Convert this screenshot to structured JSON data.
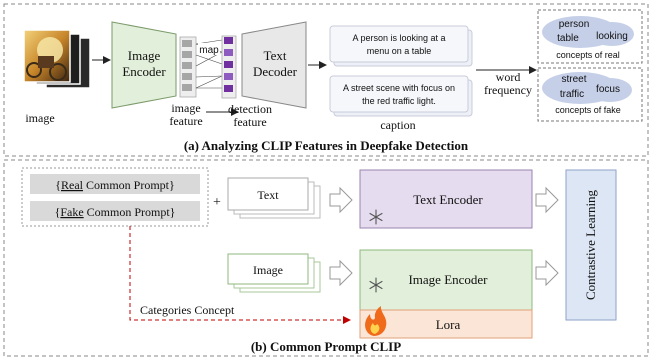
{
  "top": {
    "caption": "(a) Analyzing CLIP Features in Deepfake Detection",
    "input_label": "image",
    "image_encoder": [
      "Image",
      "Encoder"
    ],
    "map_label": "map",
    "image_feature": [
      "image",
      "feature"
    ],
    "detection_feature": [
      "detection",
      "feature"
    ],
    "text_decoder": [
      "Text",
      "Decoder"
    ],
    "captions": [
      [
        "A person is looking at a",
        "menu on a table"
      ],
      [
        "A street scene with focus on",
        "the red traffic light."
      ]
    ],
    "caption_label": "caption",
    "word_frequency": [
      "word",
      "frequency"
    ],
    "real_words": [
      "person",
      "looking",
      "table"
    ],
    "real_label": "concepts of real",
    "fake_words": [
      "street",
      "focus",
      "traffic"
    ],
    "fake_label": "concepts of fake"
  },
  "bottom": {
    "caption": "(b) Common Prompt CLIP",
    "real_prompt": {
      "open": "{",
      "key": "Real",
      "rest": " Common Prompt}"
    },
    "fake_prompt": {
      "open": "{",
      "key": "Fake",
      "rest": " Common Prompt}"
    },
    "plus": "+",
    "text_input": "Text",
    "image_input": "Image",
    "text_encoder": "Text Encoder",
    "image_encoder": "Image Encoder",
    "lora": "Lora",
    "contrastive": "Contrastive Learning",
    "categories_concept": "Categories Concept",
    "frozen_icon": "snowflake-icon",
    "trainable_icon": "flame-icon"
  },
  "colors": {
    "encoder_green": "#e2efda",
    "decoder_gray": "#e8e8e8",
    "caption_box": "#eef0f8",
    "cloud": "#c5cfe8",
    "text_encoder": "#e6dcef",
    "lora": "#fbe5d6",
    "contrastive": "#dde6f4",
    "prompt_gray": "#d9d9d9",
    "red_dash": "#c00000"
  }
}
